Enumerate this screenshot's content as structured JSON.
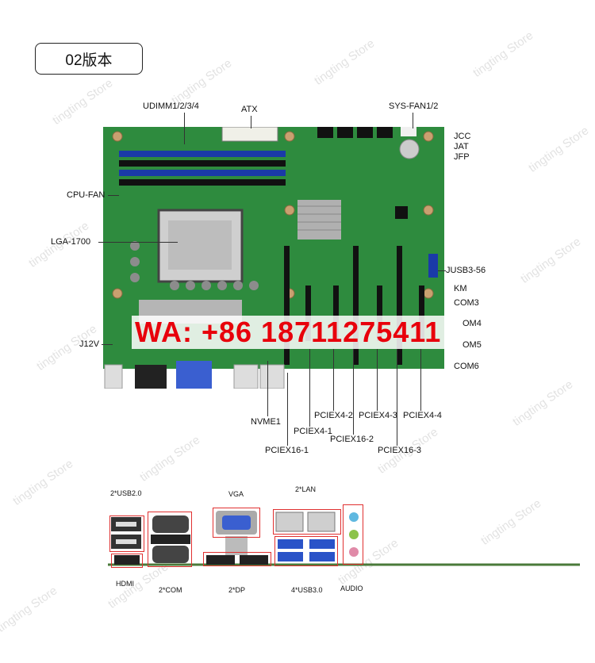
{
  "version_label": "02版本",
  "watermark": "tingting Store",
  "contact_overlay": "WA: +86 18711275411",
  "board_labels": {
    "udimm": "UDIMM1/2/3/4",
    "atx": "ATX",
    "sys_fan": "SYS-FAN1/2",
    "jcc": "JCC",
    "jat": "JAT",
    "jfp": "JFP",
    "cpu_fan": "CPU-FAN",
    "lga": "LGA-1700",
    "jusb3": "JUSB3-56",
    "km": "KM",
    "com3": "COM3",
    "com4": "OM4",
    "com5": "OM5",
    "com6": "COM6",
    "j12v": "J12V",
    "nvme1": "NVME1",
    "pciex4_1": "PCIEX4-1",
    "pciex4_2": "PCIEX4-2",
    "pciex4_3": "PCIEX4-3",
    "pciex4_4": "PCIEX4-4",
    "pciex16_1": "PCIEX16-1",
    "pciex16_2": "PCIEX16-2",
    "pciex16_3": "PCIEX16-3"
  },
  "io_labels": {
    "usb2": "2*USB2.0",
    "hdmi": "HDMI",
    "com": "2*COM",
    "vga": "VGA",
    "dp": "2*DP",
    "lan": "2*LAN",
    "usb3": "4*USB3.0",
    "audio": "AUDIO"
  },
  "colors": {
    "pcb_green": "#2e8b3e",
    "slot_blue": "#1a3aa8",
    "highlight_red": "#e03030",
    "overlay_red": "#e8000b"
  }
}
